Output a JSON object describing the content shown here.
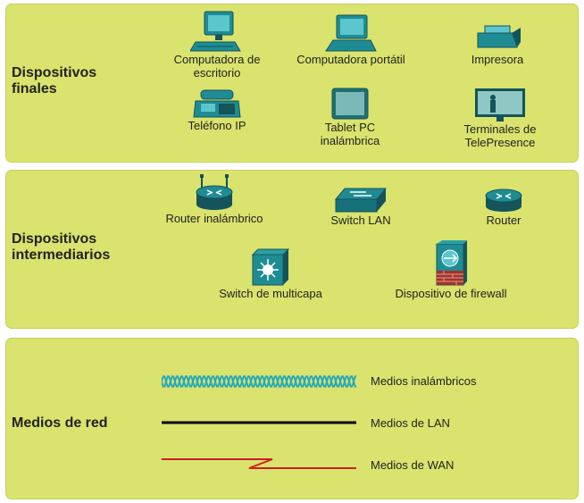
{
  "sections": {
    "end_devices": {
      "title": "Dispositivos\nfinales",
      "items": [
        {
          "label": "Computadora de\nescritorio",
          "icon": "desktop-computer-icon"
        },
        {
          "label": "Computadora portátil",
          "icon": "laptop-icon"
        },
        {
          "label": "Impresora",
          "icon": "printer-icon"
        },
        {
          "label": "Teléfono IP",
          "icon": "ip-phone-icon"
        },
        {
          "label": "Tablet PC\ninalámbrica",
          "icon": "tablet-icon"
        },
        {
          "label": "Terminales de\nTelePresence",
          "icon": "telepresence-icon"
        }
      ]
    },
    "intermediary_devices": {
      "title": "Dispositivos\nintermediarios",
      "items": [
        {
          "label": "Router inalámbrico",
          "icon": "wireless-router-icon"
        },
        {
          "label": "Switch LAN",
          "icon": "lan-switch-icon"
        },
        {
          "label": "Router",
          "icon": "router-icon"
        },
        {
          "label": "Switch de multicapa",
          "icon": "multilayer-switch-icon"
        },
        {
          "label": "Dispositivo de firewall",
          "icon": "firewall-icon"
        }
      ]
    },
    "network_media": {
      "title": "Medios de red",
      "items": [
        {
          "label": "Medios inalámbricos",
          "icon": "wireless-media-line",
          "color": "#2aa9b8"
        },
        {
          "label": "Medios de LAN",
          "icon": "lan-media-line",
          "color": "#000000"
        },
        {
          "label": "Medios de WAN",
          "icon": "wan-media-line",
          "color": "#cc1f1f"
        }
      ]
    }
  },
  "colors": {
    "panel": "#d9e36d",
    "device_teal": "#1f8c94",
    "device_dark": "#14545a"
  }
}
